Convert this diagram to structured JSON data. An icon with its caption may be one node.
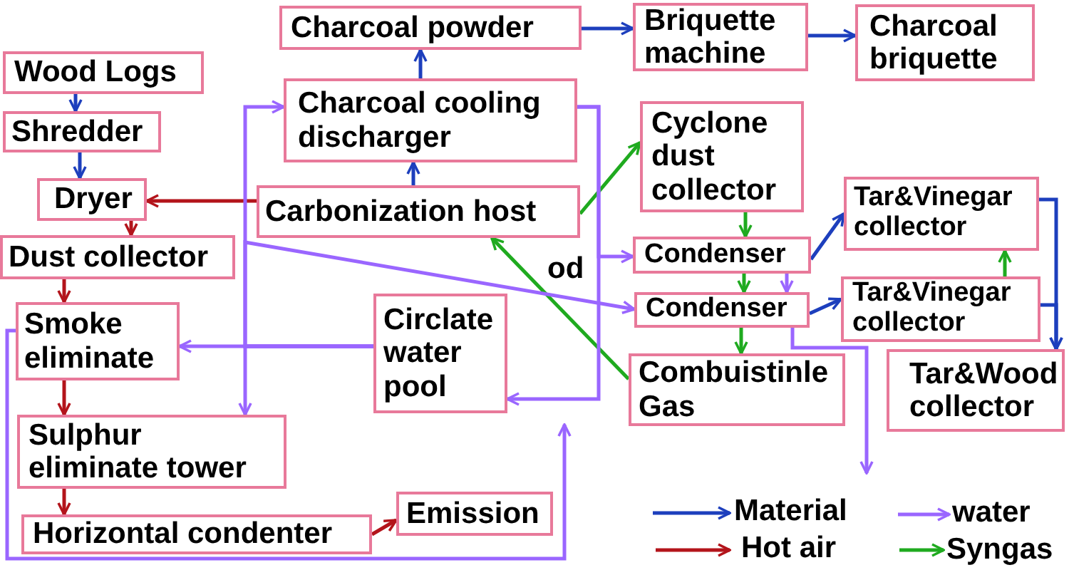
{
  "diagram": {
    "nodes": [
      {
        "text": [
          "Charcoal powder"
        ]
      },
      {
        "text": [
          "Briquette machine"
        ]
      },
      {
        "text": [
          "Charcoal briquette"
        ]
      },
      {
        "text": [
          "Wood Logs"
        ]
      },
      {
        "text": [
          "Shredder"
        ]
      },
      {
        "text": [
          "Charcoal cooling discharger"
        ]
      },
      {
        "text": [
          "Cyclone dust collector"
        ]
      },
      {
        "text": [
          "Dryer"
        ]
      },
      {
        "text": [
          "Carbonization host"
        ]
      },
      {
        "text": [
          "Tar&Vinegar collector"
        ]
      },
      {
        "text": [
          "Dust collector"
        ]
      },
      {
        "text": [
          "Condenser"
        ]
      },
      {
        "text": [
          "Tar&Vinegar collector"
        ]
      },
      {
        "text": [
          "Smoke eliminate"
        ]
      },
      {
        "text": [
          "Circlate water pool"
        ]
      },
      {
        "text": [
          "Condenser"
        ]
      },
      {
        "text": [
          "Combuistinle Gas"
        ]
      },
      {
        "text": [
          "Tar&Wood collector"
        ]
      },
      {
        "text": [
          "Sulphur eliminate tower"
        ]
      },
      {
        "text": [
          "Horizontal condenter"
        ]
      },
      {
        "text": [
          "Emission"
        ]
      }
    ],
    "edges": [
      {
        "from": 0,
        "to": 1,
        "arrow": "to"
      },
      {
        "from": 1,
        "to": 2,
        "arrow": "to"
      },
      {
        "from": 3,
        "to": 4,
        "arrow": "to"
      },
      {
        "from": 4,
        "to": 7,
        "arrow": "to"
      },
      {
        "from": 8,
        "to": 5,
        "arrow": "to"
      },
      {
        "from": 5,
        "to": 0,
        "arrow": "to"
      },
      {
        "from": 11,
        "to": 9,
        "arrow": "to"
      },
      {
        "from": 15,
        "to": 12,
        "arrow": "to"
      },
      {
        "from": 9,
        "to": 17,
        "arrow": "to"
      },
      {
        "from": 12,
        "to": 17,
        "arrow": "to"
      },
      {
        "from": 8,
        "to": 7,
        "arrow": "to",
        "color": "#b3141b"
      },
      {
        "from": 7,
        "to": 10,
        "arrow": "to",
        "color": "#b3141b"
      },
      {
        "from": 10,
        "to": 13,
        "arrow": "to",
        "color": "#b3141b"
      },
      {
        "from": 13,
        "to": 18,
        "arrow": "to",
        "color": "#b3141b"
      },
      {
        "from": 18,
        "to": 19,
        "arrow": "to",
        "color": "#b3141b"
      },
      {
        "from": 19,
        "to": 20,
        "arrow": "to",
        "color": "#b3141b"
      },
      {
        "from": 8,
        "to": 6,
        "arrow": "to",
        "color": "#1faa1f"
      },
      {
        "from": 6,
        "to": 11,
        "arrow": "to",
        "color": "#1faa1f"
      },
      {
        "from": 11,
        "to": 15,
        "arrow": "to",
        "color": "#1faa1f"
      },
      {
        "from": 15,
        "to": 16,
        "arrow": "to",
        "color": "#1faa1f"
      },
      {
        "from": 16,
        "to": 8,
        "arrow": "to",
        "color": "#1faa1f"
      },
      {
        "from": 14,
        "to": 13,
        "arrow": "to",
        "color": "#9a66ff"
      },
      {
        "from": 14,
        "to": 18,
        "arrow": "to",
        "color": "#9a66ff"
      },
      {
        "from": 14,
        "to": 5,
        "arrow": "to",
        "color": "#9a66ff"
      },
      {
        "from": 14,
        "to": 15,
        "arrow": "to",
        "color": "#9a66ff"
      },
      {
        "from": 5,
        "to": 14,
        "arrow": "to",
        "color": "#9a66ff"
      },
      {
        "from": 5,
        "to": 11,
        "arrow": "to",
        "color": "#9a66ff"
      },
      {
        "from": 11,
        "to": 15,
        "arrow": "to",
        "color": "#9a66ff"
      },
      {
        "from": 15,
        "to": null,
        "arrow": "to",
        "color": "#9a66ff"
      },
      {
        "from": 13,
        "to": null,
        "arrow": "to",
        "color": "#9a66ff"
      },
      {
        "from": 12,
        "to": 9,
        "arrow": "to",
        "color": "#1faa1f"
      }
    ],
    "labels": [
      "od"
    ],
    "legend": [
      {
        "text": "Material"
      },
      {
        "text": "water"
      },
      {
        "text": "Hot air"
      },
      {
        "text": "Syngas"
      }
    ]
  }
}
